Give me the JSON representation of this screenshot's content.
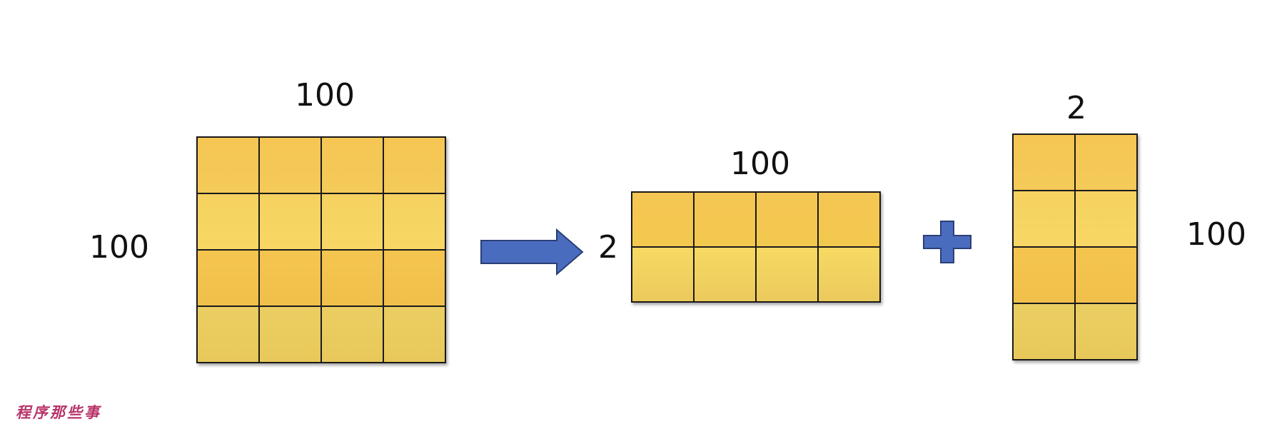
{
  "diagram": {
    "matrix_a": {
      "top_label": "100",
      "side_label": "100",
      "rows": 4,
      "cols": 4
    },
    "operator_arrow": "arrow-right-icon",
    "matrix_b": {
      "top_label": "100",
      "side_label": "2",
      "rows": 2,
      "cols": 4
    },
    "operator_plus": "plus-icon",
    "matrix_c": {
      "top_label": "2",
      "side_label": "100",
      "rows": 4,
      "cols": 2
    },
    "colors": {
      "cell_fill": "#f6c956",
      "grid_line": "#1a1a1a",
      "operator_fill": "#4a6cbf",
      "operator_stroke": "#2b3f75",
      "watermark": "#b8336a"
    }
  },
  "watermark": {
    "text": "程序那些事"
  }
}
